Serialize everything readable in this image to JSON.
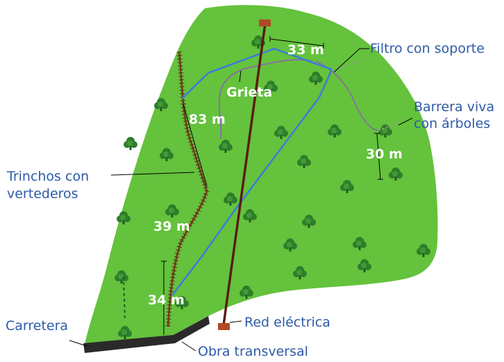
{
  "colors": {
    "terrain": "#64c23c",
    "tree": "#2f7d2a",
    "tree_light": "#3f9a36",
    "route": "#3a7fd4",
    "power_line": "#5a1a10",
    "pole": "#b04a26",
    "road": "#2a2a2a",
    "label_blue": "#2e5aa8",
    "label_white": "#ffffff",
    "barrier": "#8a6aa8",
    "trincho": "#6b3a1a"
  },
  "labels": {
    "filtro": "Filtro con soporte",
    "barrera_line1": "Barrera viva",
    "barrera_line2": "con árboles",
    "trinchos_line1": "Trinchos con",
    "trinchos_line2": "vertederos",
    "carretera": "Carretera",
    "obra": "Obra transversal",
    "red": "Red eléctrica",
    "grieta": "Grieta"
  },
  "measurements": {
    "m33": "33 m",
    "m83": "83 m",
    "m30": "30 m",
    "m39": "39 m",
    "m34": "34 m"
  }
}
